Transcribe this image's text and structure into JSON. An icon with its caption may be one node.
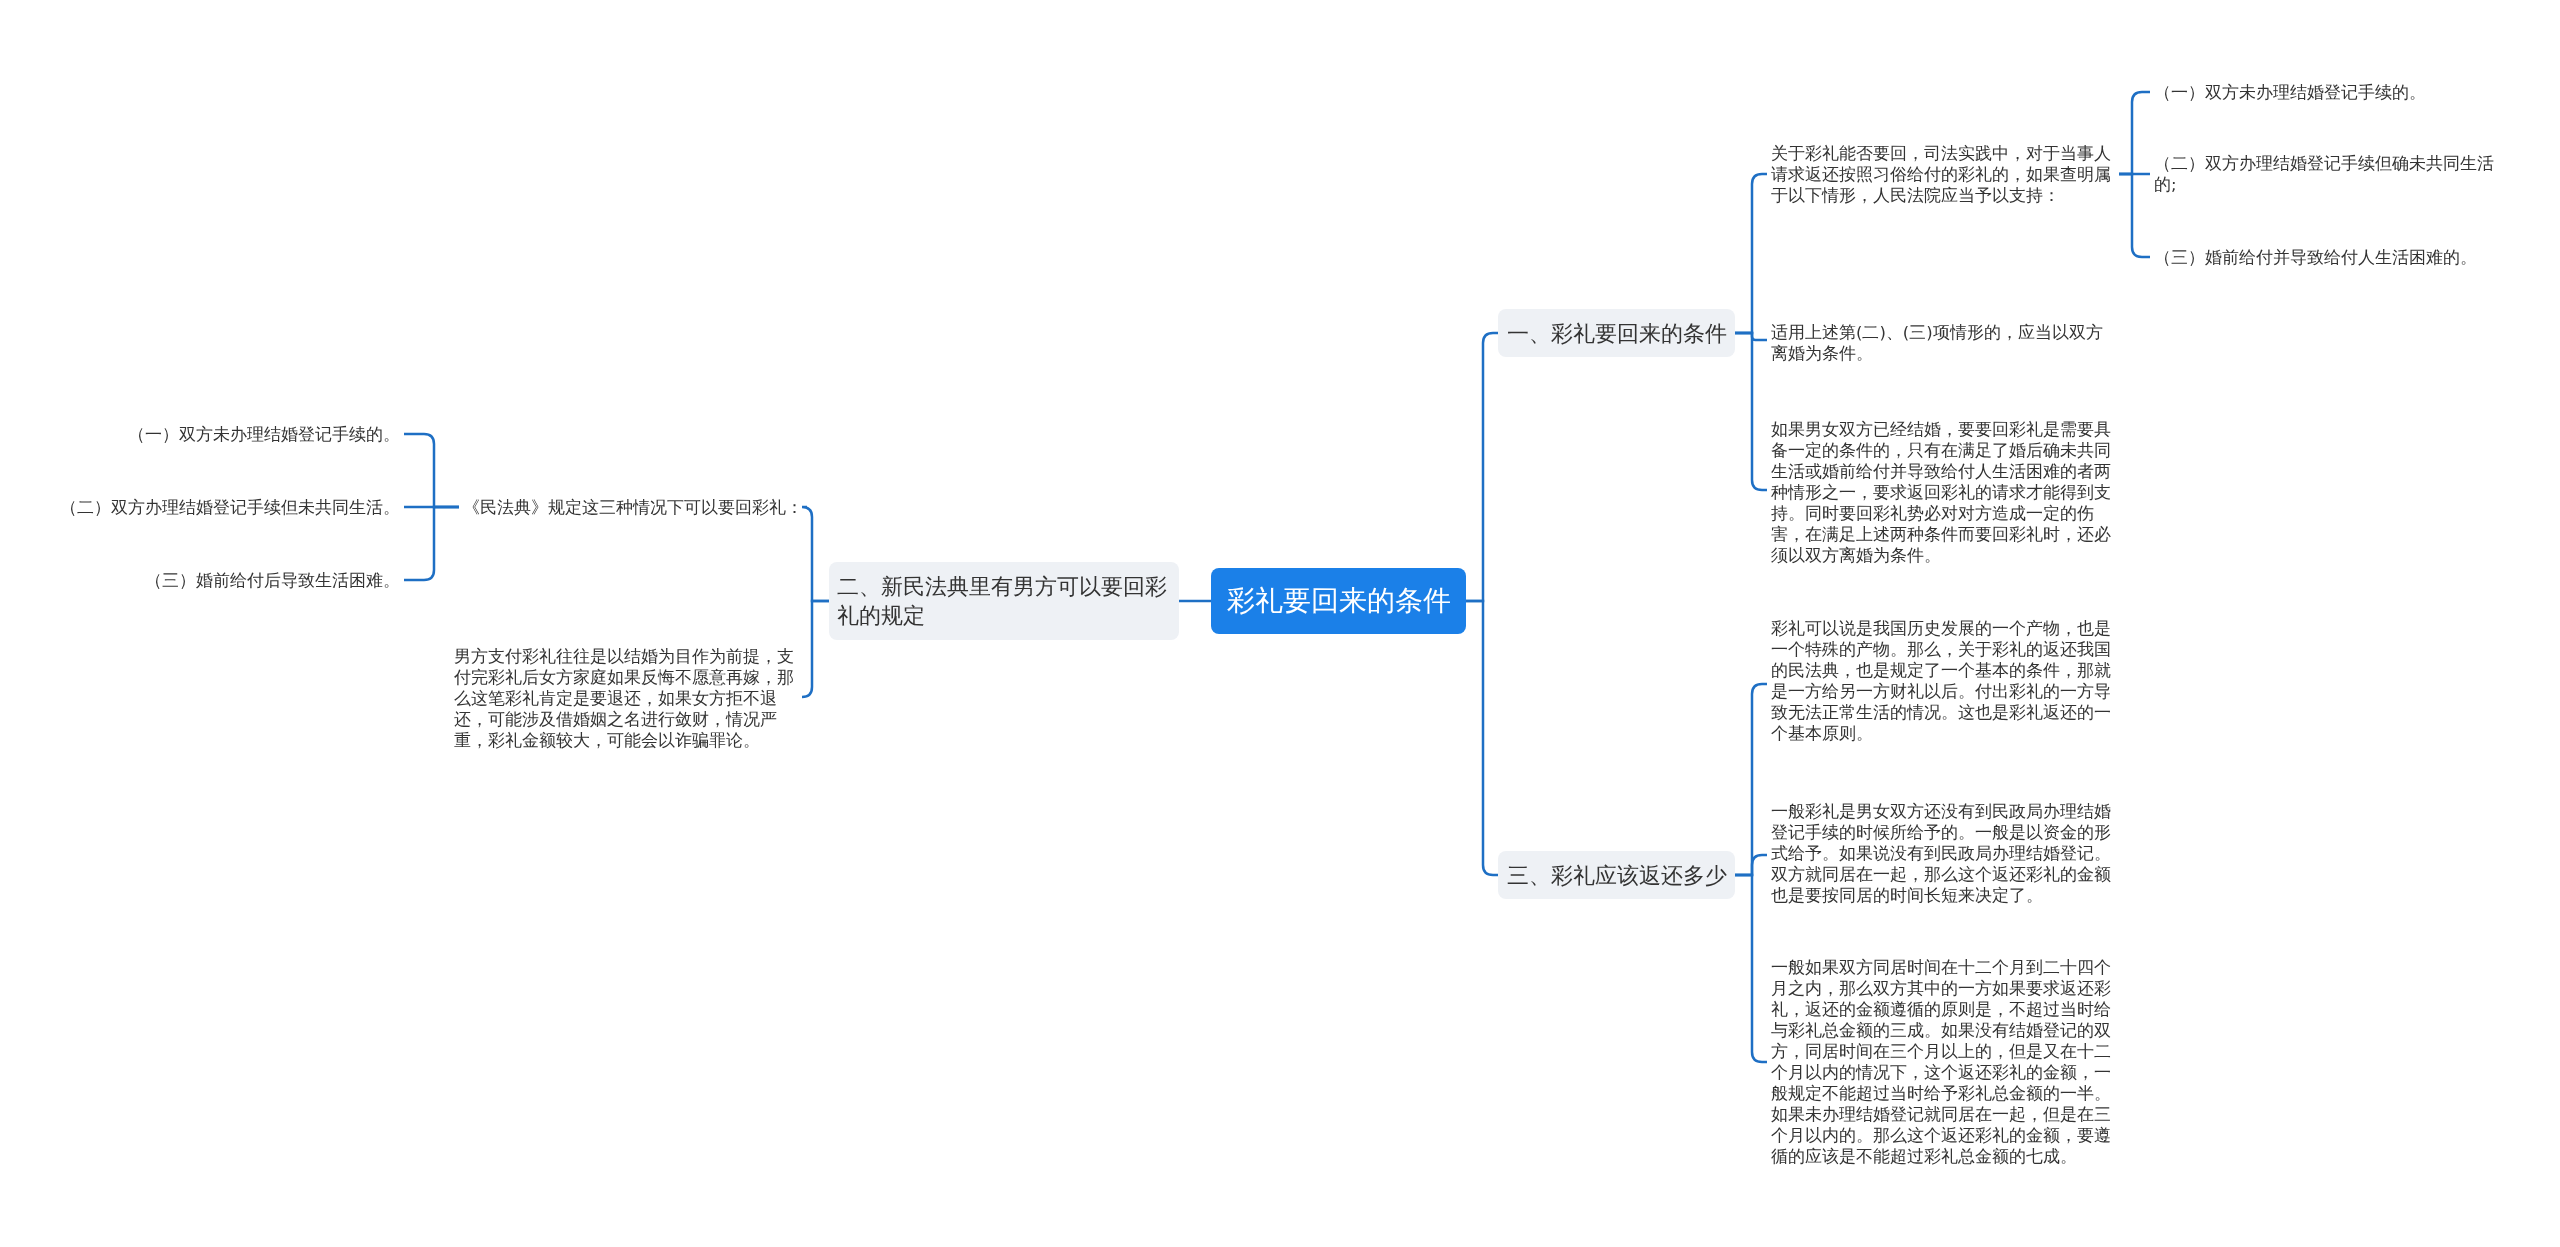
{
  "diagram": {
    "nodes": [
      {
        "text": [
          "彩礼要回来的条件"
        ]
      },
      {
        "text": [
          "二、新民法典里有男方可以要回彩礼的规定"
        ]
      },
      {
        "text": [
          "《民法典》规定这三种情况下可以要回彩礼："
        ]
      },
      {
        "text": [
          "（一）双方未办理结婚登记手续的。"
        ]
      },
      {
        "text": [
          "（二）双方办理结婚登记手续但未共同生活。"
        ]
      },
      {
        "text": [
          "（三）婚前给付后导致生活困难。"
        ]
      },
      {
        "text": [
          "男方支付彩礼往往是以结婚为目作为前提，支付完彩礼后女方家庭如果反悔不愿意再嫁，那么这笔彩礼肯定是要退还，如果女方拒不退还，可能涉及借婚姻之名进行敛财，情况严重，彩礼金额较大，可能会以诈骗罪论。"
        ]
      },
      {
        "text": [
          "一、彩礼要回来的条件"
        ]
      },
      {
        "text": [
          "关于彩礼能否要回，司法实践中，对于当事人请求返还按照习俗给付的彩礼的，如果查明属于以下情形，人民法院应当予以支持："
        ]
      },
      {
        "text": [
          "（一）双方未办理结婚登记手续的。"
        ]
      },
      {
        "text": [
          "（二）双方办理结婚登记手续但确未共同生活的;"
        ]
      },
      {
        "text": [
          "（三）婚前给付并导致给付人生活困难的。"
        ]
      },
      {
        "text": [
          "适用上述第(二)、(三)项情形的，应当以双方离婚为条件。"
        ]
      },
      {
        "text": [
          "如果男女双方已经结婚，要要回彩礼是需要具备一定的条件的，只有在满足了婚后确未共同生活或婚前给付并导致给付人生活困难的者两种情形之一，要求返回彩礼的请求才能得到支持。同时要回彩礼势必对对方造成一定的伤害，在满足上述两种条件而要回彩礼时，还必须以双方离婚为条件。"
        ]
      },
      {
        "text": [
          "三、彩礼应该返还多少"
        ]
      },
      {
        "text": [
          "彩礼可以说是我国历史发展的一个产物，也是一个特殊的产物。那么，关于彩礼的返还我国的民法典，也是规定了一个基本的条件，那就是一方给另一方财礼以后。付出彩礼的一方导致无法正常生活的情况。这也是彩礼返还的一个基本原则。"
        ]
      },
      {
        "text": [
          "一般彩礼是男女双方还没有到民政局办理结婚登记手续的时候所给予的。一般是以资金的形式给予。如果说没有到民政局办理结婚登记。双方就同居在一起，那么这个返还彩礼的金额也是要按同居的时间长短来决定了。"
        ]
      },
      {
        "text": [
          "一般如果双方同居时间在十二个月到二十四个月之内，那么双方其中的一方如果要求返还彩礼，返还的金额遵循的原则是，不超过当时给与彩礼总金额的三成。如果没有结婚登记的双方，同居时间在三个月以上的，但是又在十二个月以内的情况下，这个返还彩礼的金额，一般规定不能超过当时给予彩礼总金额的一半。如果未办理结婚登记就同居在一起，但是在三个月以内的。那么这个返还彩礼的金额，要遵循的应该是不能超过彩礼总金额的七成。"
        ]
      }
    ],
    "edges": [
      {
        "from": 0,
        "to": 1,
        "arrow": "none"
      },
      {
        "from": 1,
        "to": 2,
        "arrow": "none"
      },
      {
        "from": 2,
        "to": 3,
        "arrow": "none"
      },
      {
        "from": 2,
        "to": 4,
        "arrow": "none"
      },
      {
        "from": 2,
        "to": 5,
        "arrow": "none"
      },
      {
        "from": 1,
        "to": 6,
        "arrow": "none"
      },
      {
        "from": 0,
        "to": 7,
        "arrow": "none"
      },
      {
        "from": 7,
        "to": 8,
        "arrow": "none"
      },
      {
        "from": 8,
        "to": 9,
        "arrow": "none"
      },
      {
        "from": 8,
        "to": 10,
        "arrow": "none"
      },
      {
        "from": 8,
        "to": 11,
        "arrow": "none"
      },
      {
        "from": 7,
        "to": 12,
        "arrow": "none"
      },
      {
        "from": 7,
        "to": 13,
        "arrow": "none"
      },
      {
        "from": 0,
        "to": 14,
        "arrow": "none"
      },
      {
        "from": 14,
        "to": 15,
        "arrow": "none"
      },
      {
        "from": 14,
        "to": 16,
        "arrow": "none"
      },
      {
        "from": 14,
        "to": 17,
        "arrow": "none"
      }
    ]
  }
}
